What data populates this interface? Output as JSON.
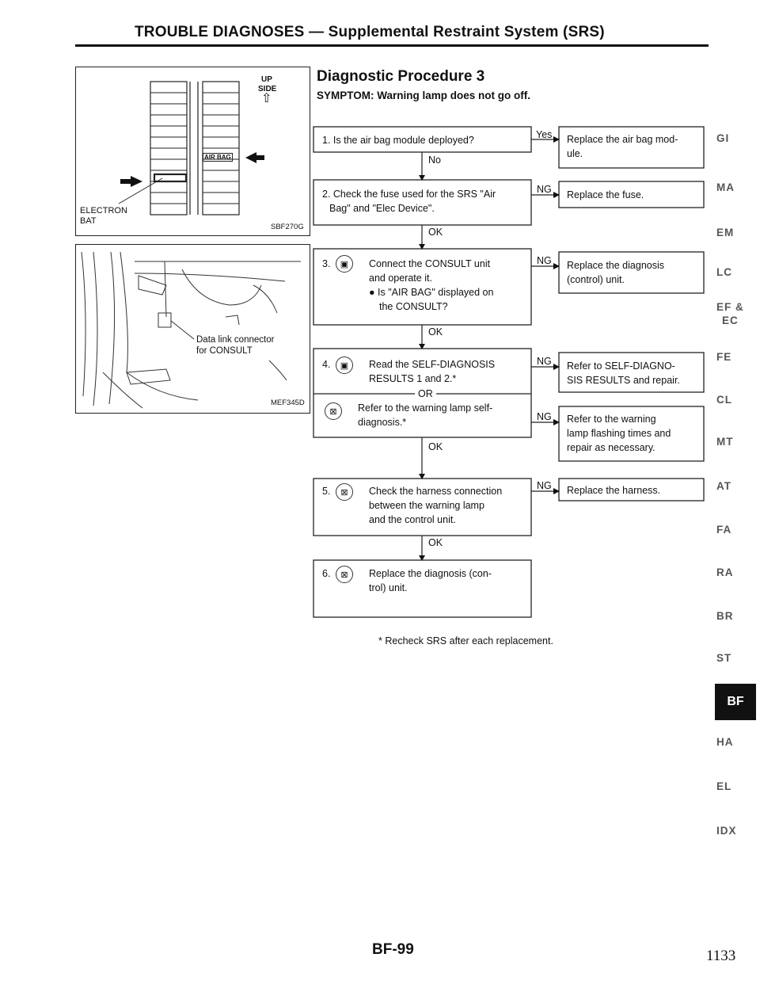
{
  "header": {
    "title": "TROUBLE DIAGNOSES — Supplemental Restraint System (SRS)"
  },
  "figure1": {
    "up": "UP",
    "side": "SIDE",
    "air_bag": "AIR BAG",
    "electron": "ELECTRON",
    "bat": "BAT",
    "code": "SBF270G"
  },
  "figure2": {
    "connector": "Data link connector",
    "consult": "for CONSULT",
    "code": "MEF345D"
  },
  "procedure": {
    "title": "Diagnostic Procedure 3",
    "symptom": "SYMPTOM: Warning lamp does not go off.",
    "step1": {
      "text": "1. Is the air bag module deployed?",
      "yes": "Yes",
      "no": "No",
      "result": [
        "Replace the air bag mod-",
        "ule."
      ]
    },
    "step2": {
      "lines": [
        "2. Check the fuse used for the SRS \"Air",
        "Bag\" and \"Elec Device\"."
      ],
      "ng": "NG",
      "ok": "OK",
      "result": "Replace the fuse."
    },
    "step3": {
      "num": "3.",
      "lines": [
        "Connect the CONSULT unit",
        "and operate it.",
        "● Is \"AIR BAG\" displayed on",
        "the CONSULT?"
      ],
      "ng": "NG",
      "ok": "OK",
      "result": [
        "Replace the diagnosis",
        "(control) unit."
      ]
    },
    "step4": {
      "num": "4.",
      "lines": [
        "Read the SELF-DIAGNOSIS",
        "RESULTS 1 and 2.*"
      ],
      "or": "OR",
      "alt": [
        "Refer to the warning lamp self-",
        "diagnosis.*"
      ],
      "ng1": "NG",
      "ng2": "NG",
      "ok": "OK",
      "result1": [
        "Refer to SELF-DIAGNO-",
        "SIS RESULTS and repair."
      ],
      "result2": [
        "Refer to the warning",
        "lamp flashing times and",
        "repair as necessary."
      ]
    },
    "step5": {
      "num": "5.",
      "lines": [
        "Check the harness connection",
        "between the warning lamp",
        "and the control unit."
      ],
      "ng": "NG",
      "ok": "OK",
      "result": "Replace the harness."
    },
    "step6": {
      "num": "6.",
      "lines": [
        "Replace the diagnosis (con-",
        "trol) unit."
      ]
    },
    "note": "* Recheck SRS after each replacement."
  },
  "side_index": [
    "GI",
    "MA",
    "EM",
    "LC",
    "EF &",
    "EC",
    "FE",
    "CL",
    "MT",
    "AT",
    "FA",
    "RA",
    "BR",
    "ST",
    "BF",
    "HA",
    "EL",
    "IDX"
  ],
  "footer": {
    "page": "BF-99",
    "number": "1133"
  }
}
